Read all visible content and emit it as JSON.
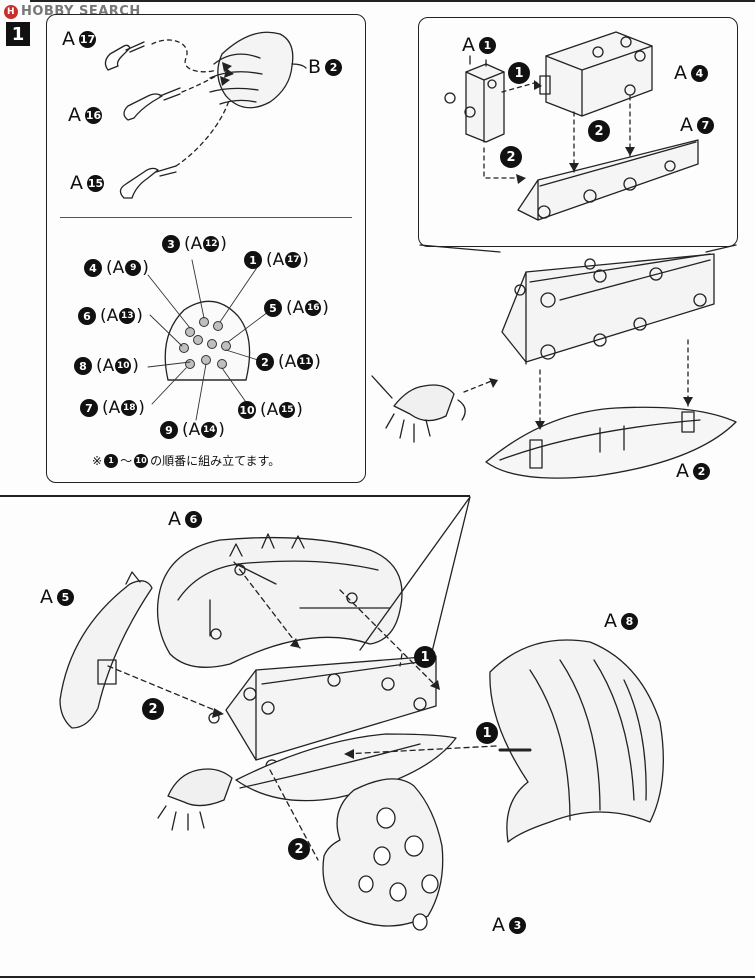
{
  "watermark": {
    "text": "HOBBY SEARCH"
  },
  "step_number": "1",
  "claw_inset": {
    "parts": [
      {
        "label": "A",
        "num": "17"
      },
      {
        "label": "A",
        "num": "16"
      },
      {
        "label": "A",
        "num": "15"
      },
      {
        "label": "B",
        "num": "2"
      }
    ]
  },
  "order_inset": {
    "items": [
      {
        "step": "3",
        "part": "A",
        "num": "12"
      },
      {
        "step": "4",
        "part": "A",
        "num": "9"
      },
      {
        "step": "1",
        "part": "A",
        "num": "17"
      },
      {
        "step": "6",
        "part": "A",
        "num": "13"
      },
      {
        "step": "5",
        "part": "A",
        "num": "16"
      },
      {
        "step": "8",
        "part": "A",
        "num": "10"
      },
      {
        "step": "2",
        "part": "A",
        "num": "11"
      },
      {
        "step": "7",
        "part": "A",
        "num": "18"
      },
      {
        "step": "10",
        "part": "A",
        "num": "15"
      },
      {
        "step": "9",
        "part": "A",
        "num": "14"
      }
    ],
    "note_prefix": "※",
    "note_from": "1",
    "note_tilde": "～",
    "note_to": "10",
    "note_text": "の順番に組み立てます。"
  },
  "frame_inset": {
    "parts": [
      {
        "label": "A",
        "num": "1"
      },
      {
        "label": "A",
        "num": "4"
      },
      {
        "label": "A",
        "num": "7"
      }
    ],
    "steps": [
      "1",
      "2",
      "2"
    ]
  },
  "upper_right": {
    "part": {
      "label": "A",
      "num": "2"
    }
  },
  "lower_assembly": {
    "parts": [
      {
        "label": "A",
        "num": "6"
      },
      {
        "label": "A",
        "num": "5"
      },
      {
        "label": "A",
        "num": "8"
      },
      {
        "label": "A",
        "num": "3"
      }
    ],
    "steps": [
      "1",
      "2",
      "1",
      "2"
    ]
  }
}
